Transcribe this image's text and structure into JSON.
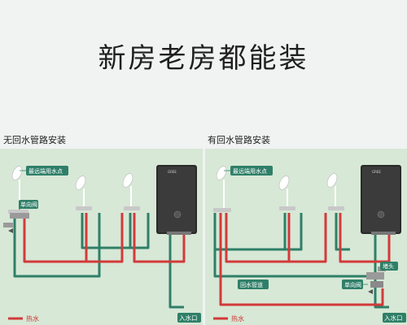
{
  "headline": "新房老房都能装",
  "panels": {
    "left": {
      "title": "无回水管路安装",
      "callouts": {
        "nearest_outlet": "最远端用水点",
        "check_valve": "单向阀"
      },
      "legend_hot": "热水",
      "inlet": "入水口"
    },
    "right": {
      "title": "有回水管路安装",
      "callouts": {
        "nearest_outlet": "最远端用水点",
        "plug": "堵头",
        "return_pipe": "回水管道",
        "check_valve": "单向阀"
      },
      "legend_hot": "热水",
      "inlet": "入水口"
    }
  },
  "heater_brand": "GREE",
  "colors": {
    "panel_bg": "#d7e8d6",
    "hot_pipe": "#d33a3a",
    "cold_pipe": "#2f7f68",
    "callout_bg": "#2f7f68",
    "heater_body": "#2a2a2a"
  }
}
